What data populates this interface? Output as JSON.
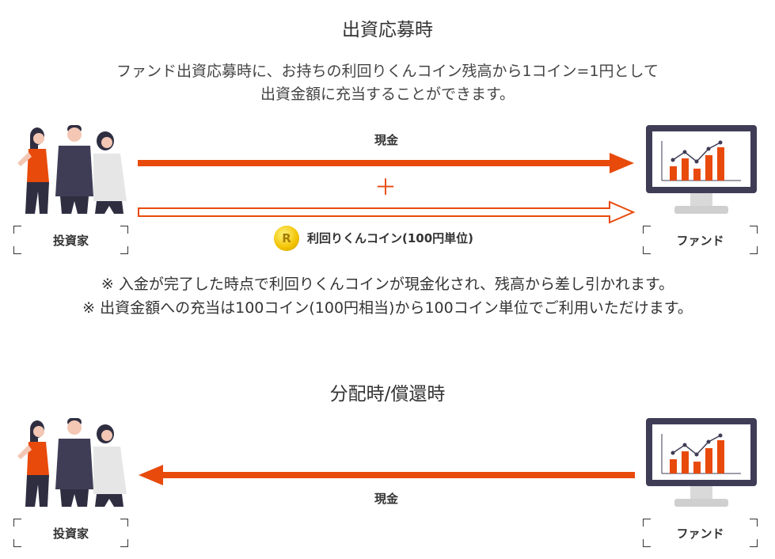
{
  "section1": {
    "title": "出資応募時",
    "desc_line1": "ファンド出資応募時に、お持ちの利回りくんコイン残高から1コイン=1円として",
    "desc_line2": "出資金額に充当することができます。",
    "cash_label": "現金",
    "plus": "＋",
    "coin_label": "利回りくんコイン(100円単位)",
    "coin_symbol": "R",
    "investor_label": "投資家",
    "fund_label": "ファンド",
    "note1": "※ 入金が完了した時点で利回りくんコインが現金化され、残高から差し引かれます。",
    "note2": "※ 出資金額への充当は100コイン(100円相当)から100コイン単位でご利用いただけます。"
  },
  "section2": {
    "title": "分配時/償還時",
    "cash_label": "現金",
    "investor_label": "投資家",
    "fund_label": "ファンド"
  },
  "colors": {
    "accent": "#e84a0c",
    "dark": "#3f3d56",
    "coin": "#f2c200"
  }
}
